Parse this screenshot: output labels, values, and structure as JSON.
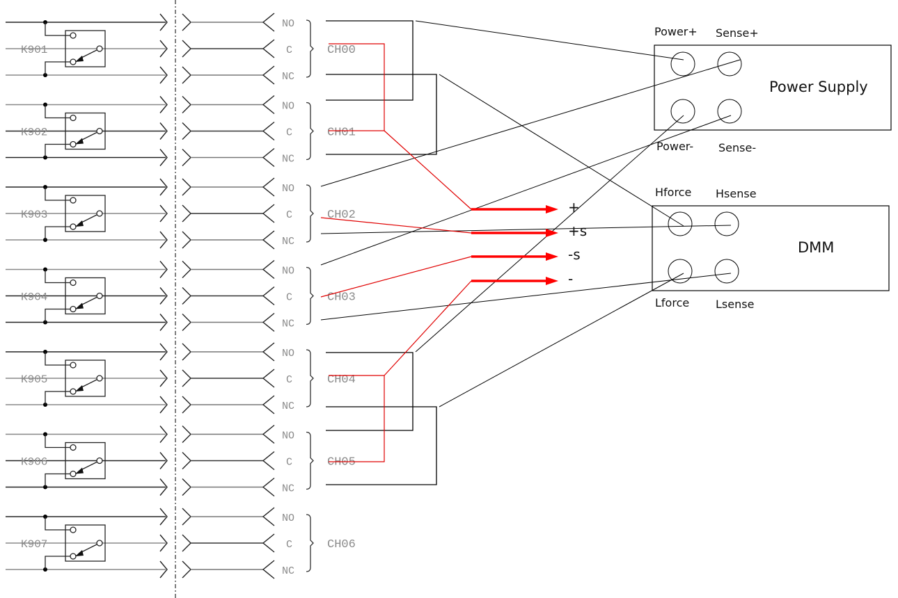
{
  "relays": [
    {
      "label": "K901"
    },
    {
      "label": "K902"
    },
    {
      "label": "K903"
    },
    {
      "label": "K904"
    },
    {
      "label": "K905"
    },
    {
      "label": "K906"
    },
    {
      "label": "K907"
    }
  ],
  "channels": [
    {
      "label": "CH00",
      "pins": [
        "NO",
        "C",
        "NC"
      ]
    },
    {
      "label": "CH01",
      "pins": [
        "NO",
        "C",
        "NC"
      ]
    },
    {
      "label": "CH02",
      "pins": [
        "NO",
        "C",
        "NC"
      ]
    },
    {
      "label": "CH03",
      "pins": [
        "NO",
        "C",
        "NC"
      ]
    },
    {
      "label": "CH04",
      "pins": [
        "NO",
        "C",
        "NC"
      ]
    },
    {
      "label": "CH05",
      "pins": [
        "NO",
        "C",
        "NC"
      ]
    },
    {
      "label": "CH06",
      "pins": [
        "NO",
        "C",
        "NC"
      ]
    }
  ],
  "outputs": [
    {
      "label": "+"
    },
    {
      "label": "+s"
    },
    {
      "label": "-s"
    },
    {
      "label": "-"
    }
  ],
  "power_supply": {
    "title": "Power Supply",
    "terminals": {
      "power_plus": "Power+",
      "sense_plus": "Sense+",
      "power_minus": "Power-",
      "sense_minus": "Sense-"
    }
  },
  "dmm": {
    "title": "DMM",
    "terminals": {
      "hforce": "Hforce",
      "hsense": "Hsense",
      "lforce": "Lforce",
      "lsense": "Lsense"
    }
  },
  "colors": {
    "wire": "#000000",
    "red_wire": "#e00000",
    "label_gray": "#8a8a8a"
  }
}
